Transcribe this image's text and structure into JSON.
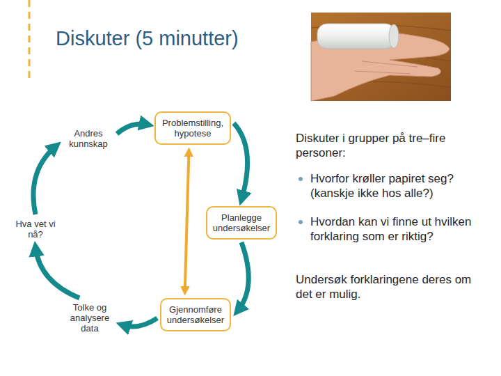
{
  "diagram": {
    "title": "Diskuter (5 minutter)",
    "nodes": [
      {
        "text": [
          "Problemstilling, hypotese"
        ]
      },
      {
        "text": [
          "Planlegge undersøkelser"
        ]
      },
      {
        "text": [
          "Gjennomføre undersøkelser"
        ]
      },
      {
        "text": [
          "Tolke og analysere data"
        ]
      },
      {
        "text": [
          "Hva vet vi nå?"
        ]
      },
      {
        "text": [
          "Andres kunnskap"
        ]
      }
    ],
    "edges": [
      {
        "from": 0,
        "to": 1,
        "arrow": "to"
      },
      {
        "from": 1,
        "to": 2,
        "arrow": "to"
      },
      {
        "from": 2,
        "to": 3,
        "arrow": "to"
      },
      {
        "from": 3,
        "to": 4,
        "arrow": "to"
      },
      {
        "from": 4,
        "to": 5,
        "arrow": "to"
      },
      {
        "from": 5,
        "to": 0,
        "arrow": "to"
      },
      {
        "from": 0,
        "to": 2,
        "arrow": "both"
      }
    ],
    "labels": [
      "Diskuter i grupper på tre–fire personer:",
      "Hvorfor krøller papiret seg? (kanskje ikke hos alle?)",
      "Hvordan kan vi finne ut hvilken forklaring som er riktig?",
      "Undersøk forklaringene deres om det er mulig."
    ]
  }
}
